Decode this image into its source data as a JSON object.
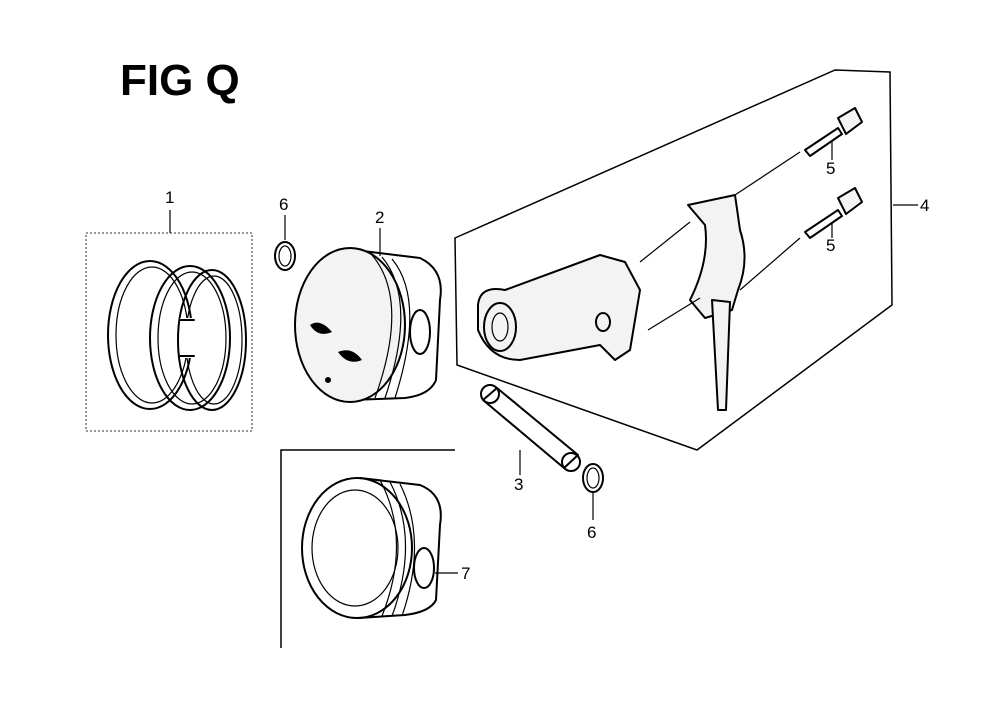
{
  "figure": {
    "title": "FIG Q"
  },
  "callouts": {
    "ring_set": "1",
    "piston": "2",
    "piston_pin": "3",
    "connecting_rod_assy": "4",
    "rod_bolt_upper": "5",
    "rod_bolt_lower": "5",
    "pin_clip_left": "6",
    "pin_clip_right": "6",
    "piston_alt": "7"
  }
}
